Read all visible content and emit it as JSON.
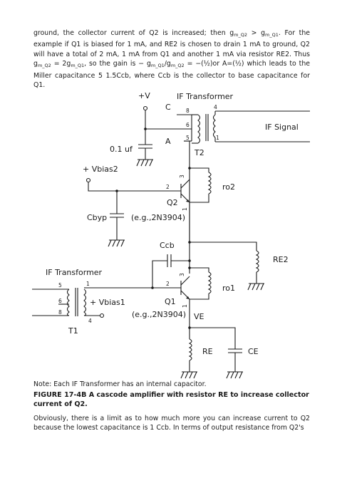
{
  "text": {
    "para_top_html": "ground, the collector current of Q2 is increased; then g<sub>m_Q2</sub> &gt; g<sub>m_Q1</sub>. For the example if Q1 is biased for 1 mA, and RE2 is chosen to drain 1 mA to ground, Q2 will have a total of 2 mA, 1 mA from Q1 and another 1 mA via resistor RE2. Thus g<sub>m_Q2</sub> = 2g<sub>m_Q1</sub>, so the gain is − g<sub>m_Q1</sub>/g<sub>m_Q2</sub> = −(½)or A=(½) which leads to the Miller capacitance 5 1.5Ccb, where Ccb is the collector to base capacitance for Q1.",
    "note": "Note: Each IF Transformer has an internal capacitor.",
    "caption": "FIGURE 17-4B A cascode amplifier with resistor RE to increase collector current of Q2.",
    "para_bottom": "Obviously, there is a limit as to how much more you can increase current to Q2 because the lowest capacitance is 1 Ccb. In terms of output resistance from Q2's"
  },
  "circuit": {
    "supply": "+V",
    "transformer_top": "IF Transformer",
    "node_c": "C",
    "node_a": "A",
    "if_signal": "IF Signal",
    "t2": "T2",
    "cap_01": "0.1 uf",
    "vbias2": "+ Vbias2",
    "ro2": "ro2",
    "q2": "Q2",
    "q2_part": "(e.g.,2N3904)",
    "cbyp": "Cbyp",
    "ccb": "Ccb",
    "re2": "RE2",
    "transformer_left": "IF Transformer",
    "vbias1": "+ Vbias1",
    "ro1": "ro1",
    "q1": "Q1",
    "q1_part": "(e.g.,2N3904)",
    "ve": "VE",
    "t1": "T1",
    "re": "RE",
    "ce": "CE",
    "pins": {
      "t2_8": "8",
      "t2_6": "6",
      "t2_5": "5",
      "t2_4": "4",
      "t2_1": "1",
      "t1_5": "5",
      "t1_6": "6",
      "t1_8": "8",
      "t1_1": "1",
      "t1_4": "4",
      "q2_b": "2",
      "q2_c": "3",
      "q2_e": "1",
      "q1_b": "2",
      "q1_c": "3",
      "q1_e": "1"
    }
  }
}
